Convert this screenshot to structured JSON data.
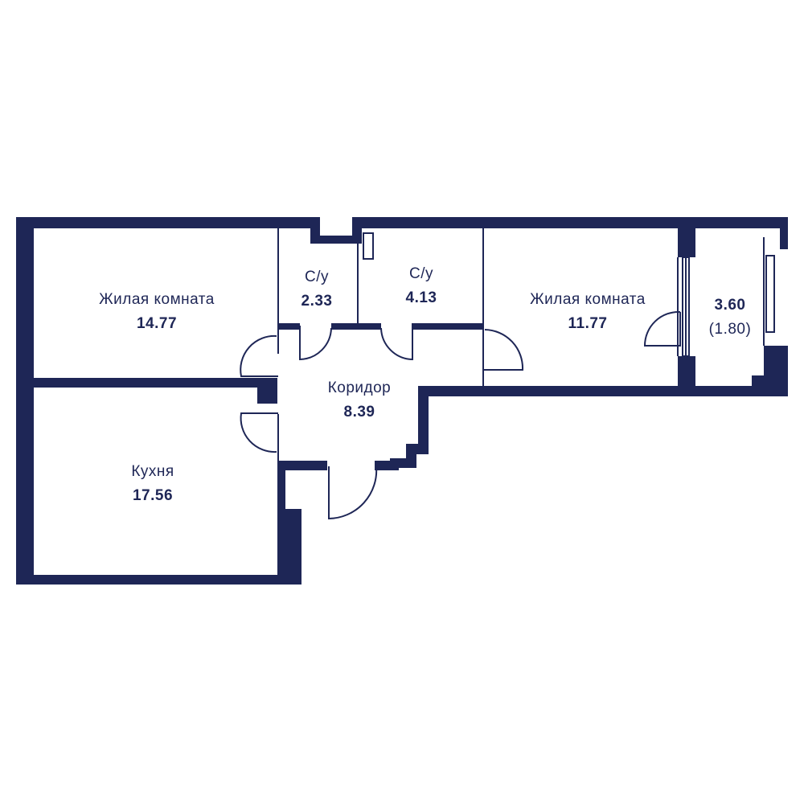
{
  "colors": {
    "wall": "#1e2656",
    "thin_line": "#1e2656",
    "background": "#ffffff"
  },
  "rooms": {
    "living_room_1": {
      "name": "Жилая комната",
      "area": "14.77"
    },
    "bathroom_1": {
      "name": "С/у",
      "area": "2.33"
    },
    "bathroom_2": {
      "name": "С/у",
      "area": "4.13"
    },
    "living_room_2": {
      "name": "Жилая комната",
      "area": "11.77"
    },
    "corridor": {
      "name": "Коридор",
      "area": "8.39"
    },
    "kitchen": {
      "name": "Кухня",
      "area": "17.56"
    },
    "balcony": {
      "area": "3.60",
      "reduced_area": "(1.80)"
    }
  }
}
